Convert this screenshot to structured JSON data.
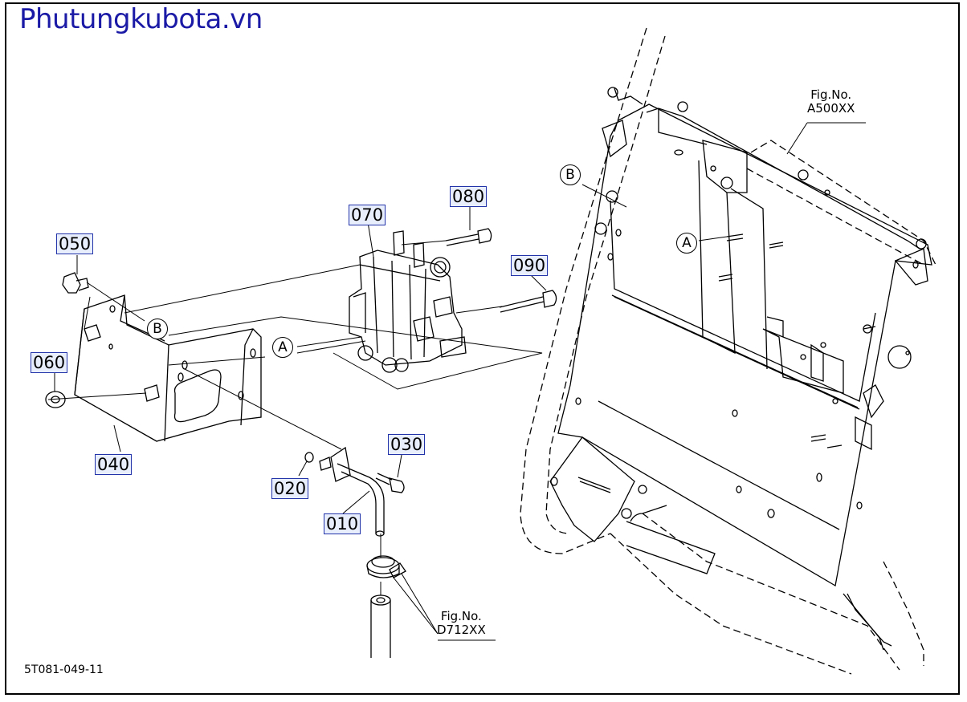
{
  "header": {
    "site_title": "Phutungkubota.vn"
  },
  "doc_code": "5T081-049-11",
  "part_labels": [
    "050",
    "060",
    "040",
    "070",
    "080",
    "090",
    "030",
    "020",
    "010"
  ],
  "callouts": [
    "B",
    "A",
    "B",
    "A"
  ],
  "fig_refs": [
    {
      "line1": "Fig.No.",
      "line2": "A500XX"
    },
    {
      "line1": "Fig.No.",
      "line2": "D712XX"
    }
  ],
  "colors": {
    "title": "#1a1aa6",
    "label_box": "#2233aa",
    "label_fill": "#e9eefc",
    "line": "#000000"
  }
}
